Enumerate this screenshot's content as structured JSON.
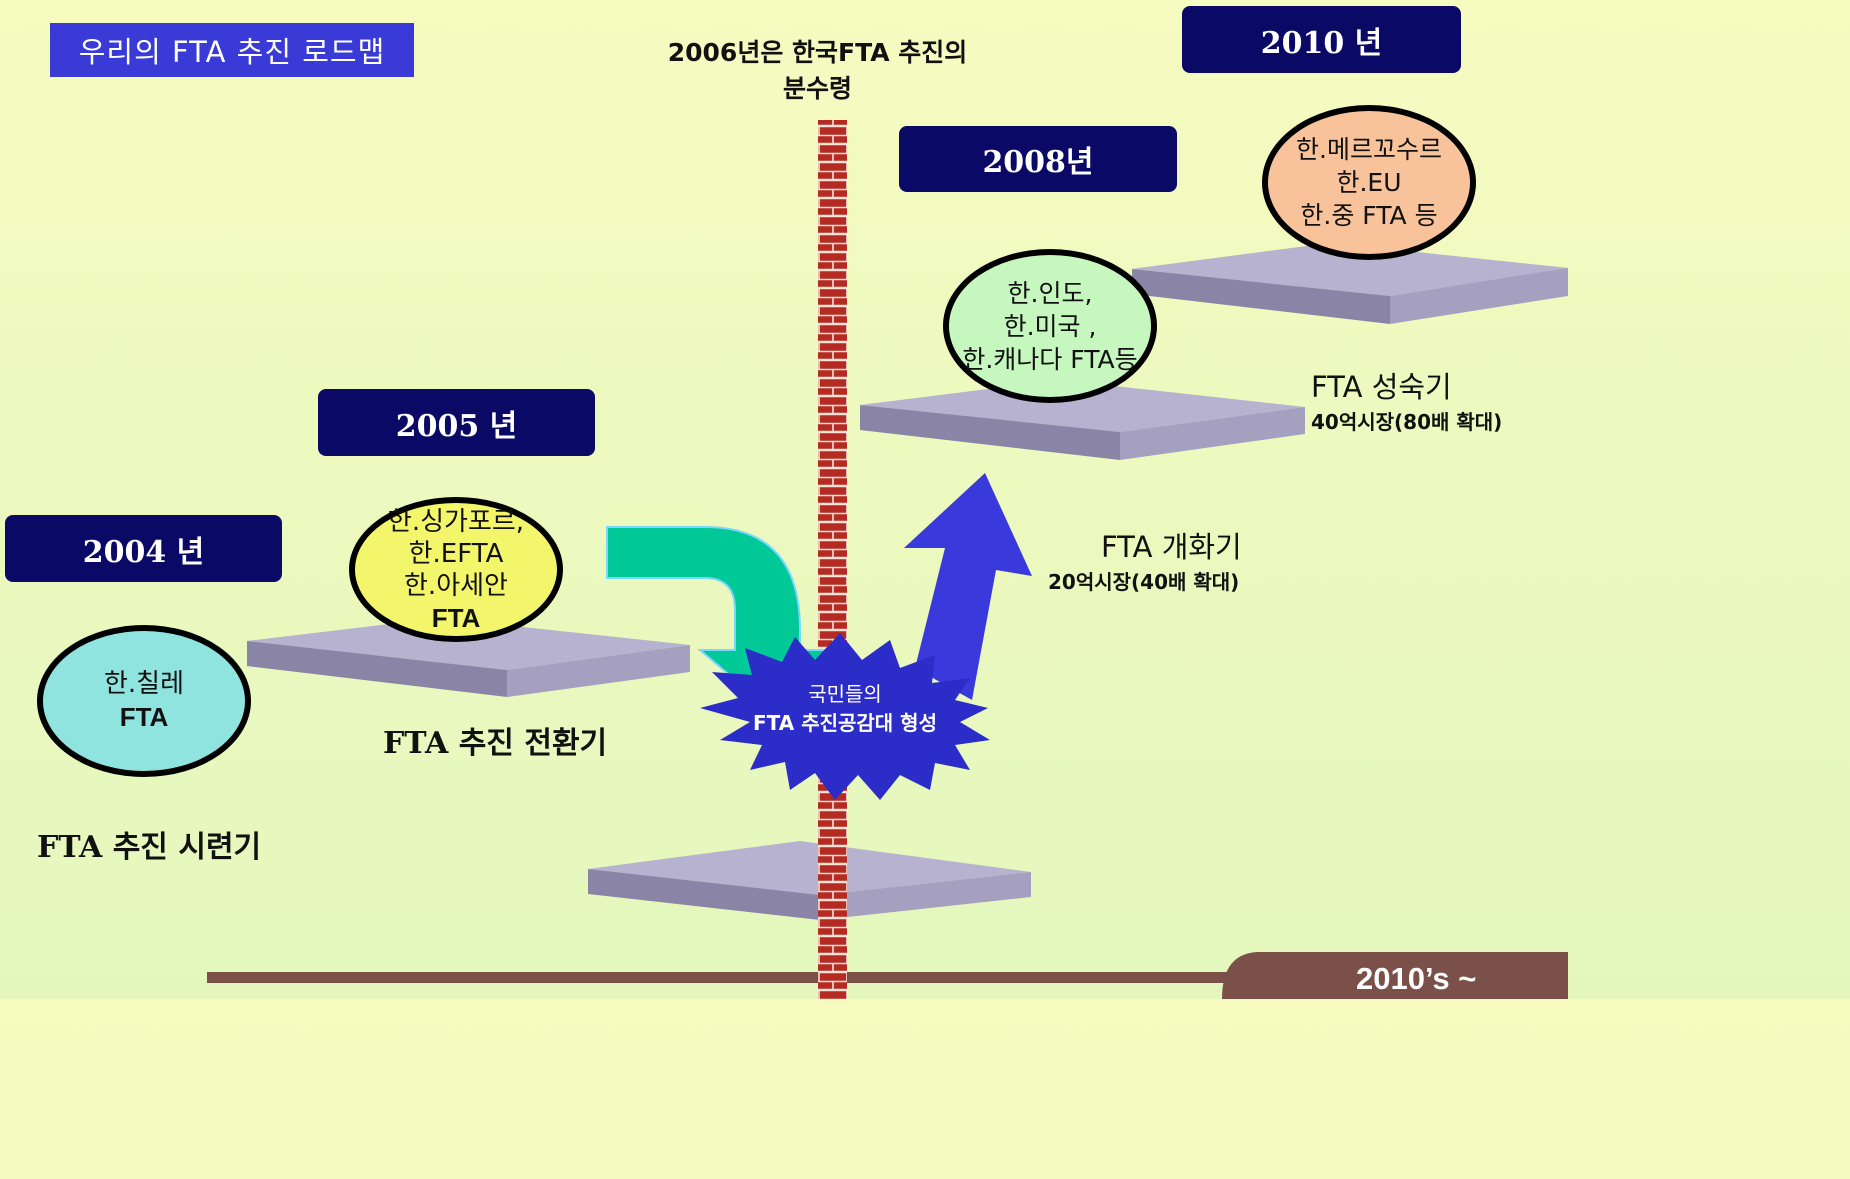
{
  "header": {
    "title": "우리의 FTA 추진 로드맵"
  },
  "watershed_note": {
    "line1": "2006년은 한국FTA 추진의",
    "line2": "분수령"
  },
  "stages": [
    {
      "year": "2004 년",
      "agreements": [
        "한.칠레",
        "FTA"
      ],
      "stage": "FTA 추진 시련기"
    },
    {
      "year": "2005 년",
      "agreements": [
        "한.싱가포르,",
        "한.EFTA",
        "한.아세안",
        "FTA"
      ],
      "stage": "FTA 추진 전환기"
    },
    {
      "year": "2008년",
      "agreements": [
        "한.인도,",
        "한.미국 ,",
        "한.캐나다 FTA등"
      ],
      "stage": "FTA 개화기",
      "market": "20억시장(40배 확대)"
    },
    {
      "year": "2010 년",
      "agreements": [
        "한.메르꼬수르",
        "한.EU",
        "한.중 FTA 등"
      ],
      "stage": "FTA 성숙기",
      "market": "40억시장(80배 확대)"
    }
  ],
  "consensus_burst": {
    "line1": "국민들의",
    "line2": "FTA 추진공감대 형성"
  },
  "timeline": {
    "era_label": "2010’s ~"
  },
  "colors": {
    "year_box": "#0a0a66",
    "title_box": "#3a3ad6",
    "ellipse_2004": "#8fe4e0",
    "ellipse_2005": "#f3f56a",
    "ellipse_2008": "#c6f7bf",
    "ellipse_2010": "#f8c39a",
    "curved_arrow": "#00c896",
    "up_arrow": "#3a3adc",
    "burst": "#2c2cc8",
    "wall": "#b52a22",
    "timeline": "#7a5048"
  }
}
